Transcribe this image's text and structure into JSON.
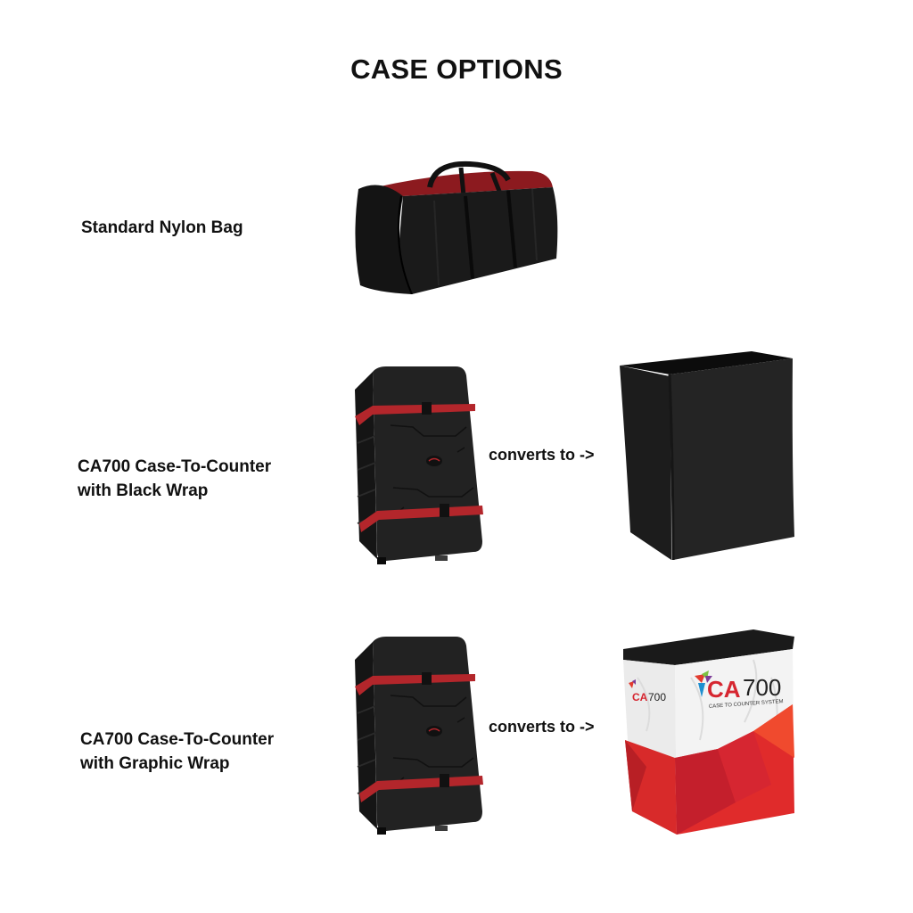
{
  "page": {
    "title": "CASE OPTIONS"
  },
  "options": [
    {
      "label_line1": "Standard Nylon Bag",
      "label_line2": "",
      "image": "black-nylon-duffel-bag-with-red-top-panel",
      "converts_label": "",
      "converted_image": ""
    },
    {
      "label_line1": "CA700 Case-To-Counter",
      "label_line2": "with Black Wrap",
      "image": "black-hard-case-with-red-straps",
      "converts_label": "converts to ->",
      "converted_image": "black-wrapped-counter"
    },
    {
      "label_line1": "CA700 Case-To-Counter",
      "label_line2": "with Graphic Wrap",
      "image": "black-hard-case-with-red-straps",
      "converts_label": "converts to ->",
      "converted_image": "graphic-wrapped-counter"
    }
  ],
  "graphic_wrap": {
    "brand_main": "CA700",
    "brand_tagline": "CASE TO COUNTER SYSTEM",
    "brand_side": "CA700"
  },
  "colors": {
    "strap_red": "#b3262b",
    "case_black": "#1e1e1e",
    "bag_red": "#8c1a1f",
    "graphic_red": "#e02b2b"
  }
}
